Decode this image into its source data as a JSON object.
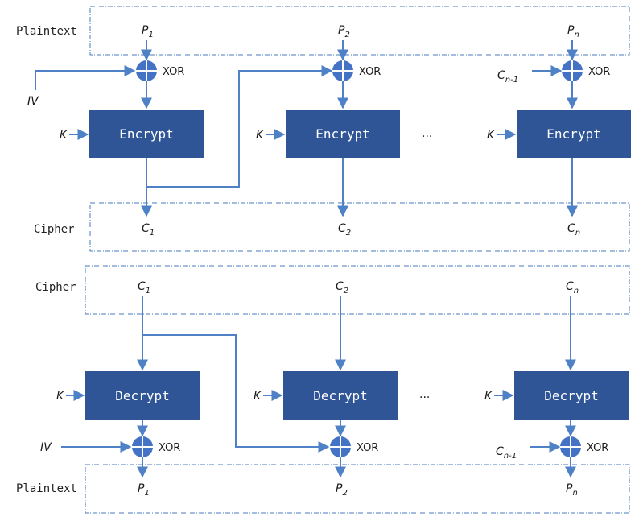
{
  "encrypt_section": {
    "plaintext_label": "Plaintext",
    "cipher_label": "Cipher",
    "blocks": [
      "Encrypt",
      "Encrypt",
      "Encrypt"
    ],
    "inputs": [
      "P",
      "P",
      "P"
    ],
    "input_subs": [
      "1",
      "2",
      "n"
    ],
    "outputs": [
      "C",
      "C",
      "C"
    ],
    "output_subs": [
      "1",
      "2",
      "n"
    ],
    "key": "K",
    "iv": "IV",
    "chain_in": "C",
    "chain_in_sub": "n-1",
    "xor": "XOR",
    "ellipsis": "..."
  },
  "decrypt_section": {
    "cipher_label": "Cipher",
    "plaintext_label": "Plaintext",
    "blocks": [
      "Decrypt",
      "Decrypt",
      "Decrypt"
    ],
    "inputs": [
      "C",
      "C",
      "C"
    ],
    "input_subs": [
      "1",
      "2",
      "n"
    ],
    "outputs": [
      "P",
      "P",
      "P"
    ],
    "output_subs": [
      "1",
      "2",
      "n"
    ],
    "key": "K",
    "iv": "IV",
    "chain_in": "C",
    "chain_in_sub": "n-1",
    "xor": "XOR",
    "ellipsis": "..."
  },
  "colors": {
    "block_fill": "#2f5597",
    "wire": "#4f81c7",
    "xor_fill": "#4472c4",
    "band_border": "#4a7bbd"
  }
}
